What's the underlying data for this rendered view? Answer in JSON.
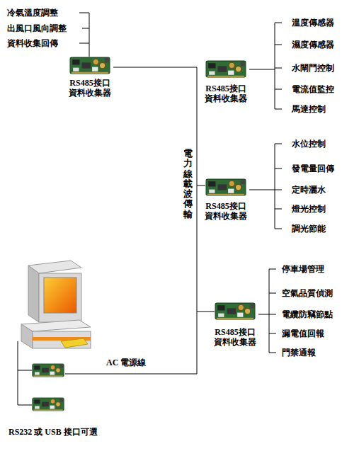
{
  "diagram": {
    "nodes": [
      {
        "text": [
          "RS485接口 資料收集器"
        ]
      },
      {
        "text": [
          "RS485接口 資料收集器"
        ]
      },
      {
        "text": [
          "RS485接口 資料收集器"
        ]
      },
      {
        "text": [
          "RS485接口 資料收集器"
        ]
      }
    ],
    "labels": [
      "冷氣溫度調整",
      "出風口風向調整",
      "資料收集回傳",
      "溫度傳感器",
      "濕度傳感器",
      "水閘門控制",
      "電流值監控",
      "馬達控制",
      "水位控制",
      "發電量回傳",
      "定時灑水",
      "燈光控制",
      "調光節能",
      "停車場管理",
      "空氣品質偵測",
      "電纜防竊節點",
      "漏電值回報",
      "門禁通報",
      "電力線載波傳輸",
      "AC 電源線",
      "RS232 或 USB 接口可選"
    ]
  }
}
